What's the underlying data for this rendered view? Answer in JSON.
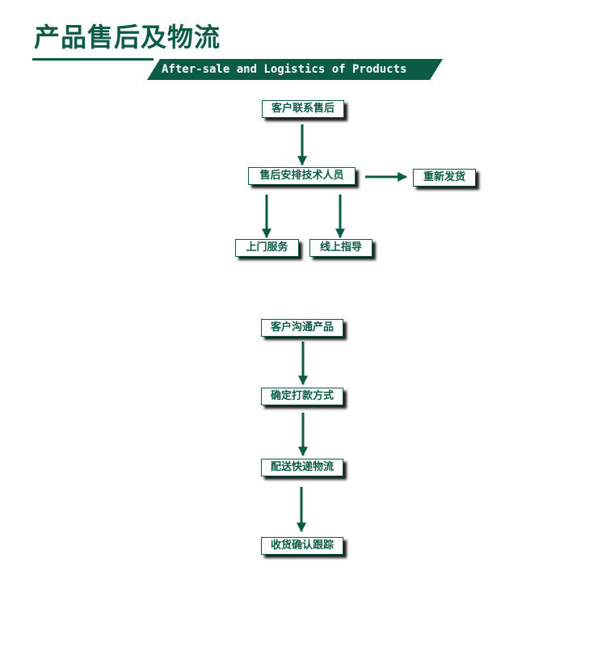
{
  "header": {
    "title": "产品售后及物流",
    "subtitle": "After-sale and Logistics of Products"
  },
  "colors": {
    "brand": "#0c5b45",
    "shadow": "#1c1c1c"
  },
  "aftersale": {
    "contact": "客户联系售后",
    "assign": "售后安排技术人员",
    "reship": "重新发货",
    "onsite": "上门服务",
    "online": "线上指导"
  },
  "logistics": {
    "communicate": "客户沟通产品",
    "payment": "确定打款方式",
    "delivery": "配送快递物流",
    "confirm": "收货确认跟踪"
  }
}
